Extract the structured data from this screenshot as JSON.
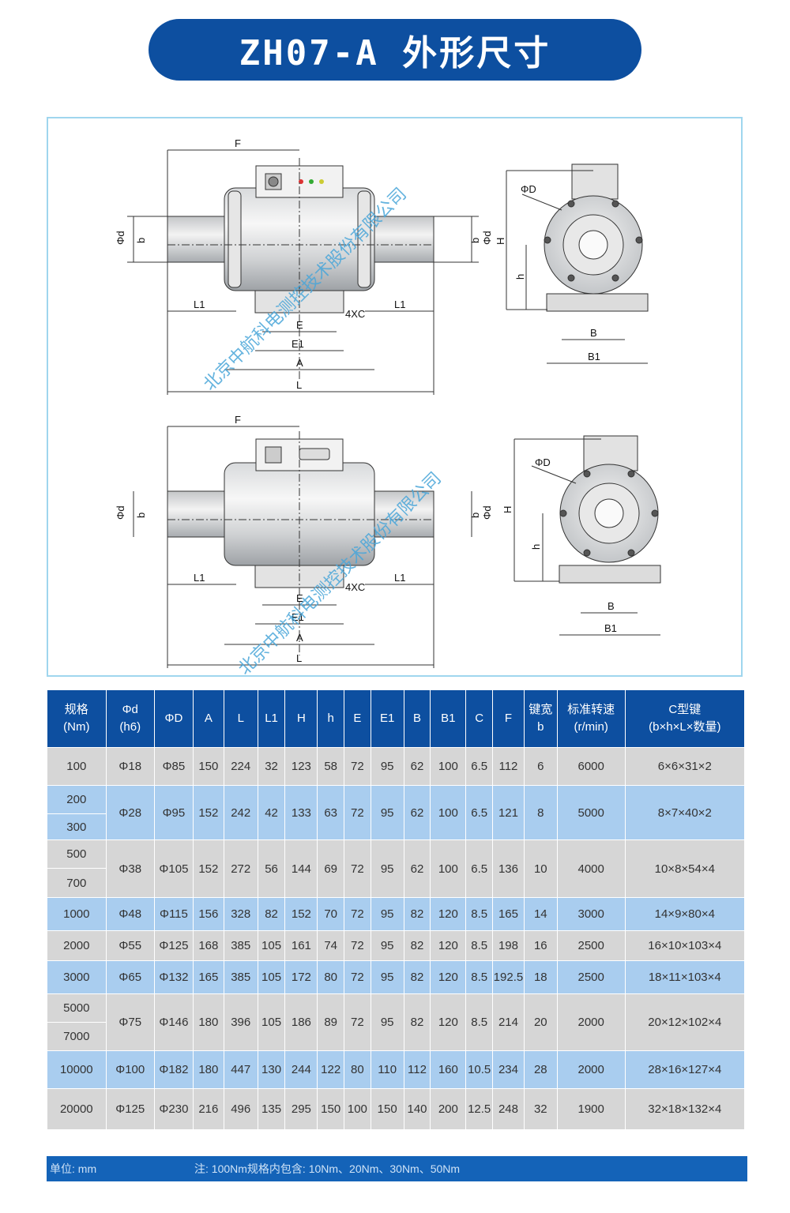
{
  "title": "ZH07-A  外形尺寸",
  "watermark": "北京中航科电测控技术股份有限公司",
  "drawing_labels": {
    "F": "F",
    "phi_d": "Φd",
    "b": "b",
    "L1": "L1",
    "E": "E",
    "E1": "E1",
    "A": "A",
    "L": "L",
    "fourXC": "4XC",
    "phi_D": "ΦD",
    "H": "H",
    "h": "h",
    "B": "B",
    "B1": "B1"
  },
  "table": {
    "headers": [
      [
        "规格",
        "(Nm)"
      ],
      [
        "Φd",
        "(h6)"
      ],
      [
        "ΦD"
      ],
      [
        "A"
      ],
      [
        "L"
      ],
      [
        "L1"
      ],
      [
        "H"
      ],
      [
        "h"
      ],
      [
        "E"
      ],
      [
        "E1"
      ],
      [
        "B"
      ],
      [
        "B1"
      ],
      [
        "C"
      ],
      [
        "F"
      ],
      [
        "键宽",
        "b"
      ],
      [
        "标准转速",
        "(r/min)"
      ],
      [
        "C型键",
        "(b×h×L×数量)"
      ]
    ],
    "groups": [
      {
        "specs": [
          "100"
        ],
        "cells": [
          "Φ18",
          "Φ85",
          "150",
          "224",
          "32",
          "123",
          "58",
          "72",
          "95",
          "62",
          "100",
          "6.5",
          "112",
          "6",
          "6000",
          "6×6×31×2"
        ]
      },
      {
        "specs": [
          "200",
          "300"
        ],
        "cells": [
          "Φ28",
          "Φ95",
          "152",
          "242",
          "42",
          "133",
          "63",
          "72",
          "95",
          "62",
          "100",
          "6.5",
          "121",
          "8",
          "5000",
          "8×7×40×2"
        ]
      },
      {
        "specs": [
          "500",
          "700"
        ],
        "cells": [
          "Φ38",
          "Φ105",
          "152",
          "272",
          "56",
          "144",
          "69",
          "72",
          "95",
          "62",
          "100",
          "6.5",
          "136",
          "10",
          "4000",
          "10×8×54×4"
        ]
      },
      {
        "specs": [
          "1000"
        ],
        "cells": [
          "Φ48",
          "Φ115",
          "156",
          "328",
          "82",
          "152",
          "70",
          "72",
          "95",
          "82",
          "120",
          "8.5",
          "165",
          "14",
          "3000",
          "14×9×80×4"
        ]
      },
      {
        "specs": [
          "2000"
        ],
        "cells": [
          "Φ55",
          "Φ125",
          "168",
          "385",
          "105",
          "161",
          "74",
          "72",
          "95",
          "82",
          "120",
          "8.5",
          "198",
          "16",
          "2500",
          "16×10×103×4"
        ]
      },
      {
        "specs": [
          "3000"
        ],
        "cells": [
          "Φ65",
          "Φ132",
          "165",
          "385",
          "105",
          "172",
          "80",
          "72",
          "95",
          "82",
          "120",
          "8.5",
          "192.5",
          "18",
          "2500",
          "18×11×103×4"
        ]
      },
      {
        "specs": [
          "5000",
          "7000"
        ],
        "cells": [
          "Φ75",
          "Φ146",
          "180",
          "396",
          "105",
          "186",
          "89",
          "72",
          "95",
          "82",
          "120",
          "8.5",
          "214",
          "20",
          "2000",
          "20×12×102×4"
        ]
      },
      {
        "specs": [
          "10000"
        ],
        "cells": [
          "Φ100",
          "Φ182",
          "180",
          "447",
          "130",
          "244",
          "122",
          "80",
          "110",
          "112",
          "160",
          "10.5",
          "234",
          "28",
          "2000",
          "28×16×127×4"
        ]
      },
      {
        "specs": [
          "20000"
        ],
        "cells": [
          "Φ125",
          "Φ230",
          "216",
          "496",
          "135",
          "295",
          "150",
          "100",
          "150",
          "140",
          "200",
          "12.5",
          "248",
          "32",
          "1900",
          "32×18×132×4"
        ]
      }
    ]
  },
  "footer": {
    "unit": "单位: mm",
    "note": "注: 100Nm规格内包含: 10Nm、20Nm、30Nm、50Nm"
  },
  "colors": {
    "brand_blue": "#0d4fa0",
    "row_gray": "#d6d6d6",
    "row_blue": "#a9cdef",
    "frame": "#9fd6ee"
  }
}
